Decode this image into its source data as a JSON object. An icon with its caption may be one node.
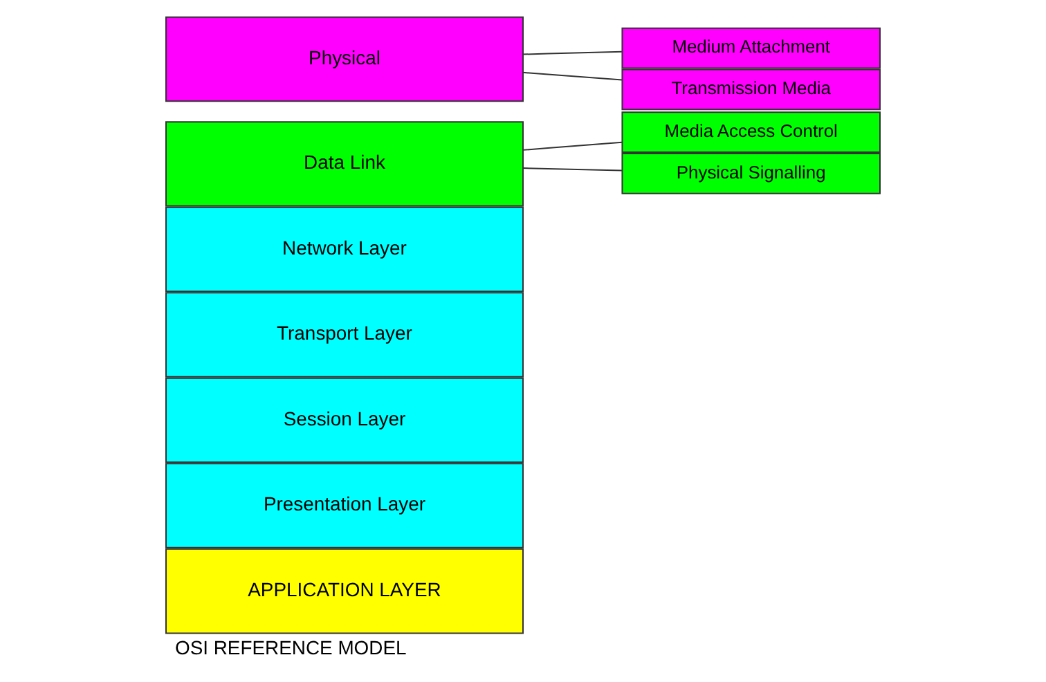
{
  "diagram": {
    "caption": "OSI REFERENCE MODEL",
    "nodes": [
      {
        "text": [
          "APPLICATION LAYER"
        ]
      },
      {
        "text": [
          "Presentation Layer"
        ]
      },
      {
        "text": [
          "Session Layer"
        ]
      },
      {
        "text": [
          "Transport Layer"
        ]
      },
      {
        "text": [
          "Network Layer"
        ]
      },
      {
        "text": [
          "Data Link"
        ]
      },
      {
        "text": [
          "Physical"
        ]
      },
      {
        "text": [
          "Media Access Control"
        ]
      },
      {
        "text": [
          "Physical Signalling"
        ]
      },
      {
        "text": [
          "Medium Attachment"
        ]
      },
      {
        "text": [
          "Transmission Media"
        ]
      }
    ],
    "edges": [
      {
        "from": 5,
        "to": 7,
        "arrow": "none"
      },
      {
        "from": 5,
        "to": 8,
        "arrow": "none"
      },
      {
        "from": 6,
        "to": 9,
        "arrow": "none"
      },
      {
        "from": 6,
        "to": 10,
        "arrow": "none"
      }
    ]
  }
}
